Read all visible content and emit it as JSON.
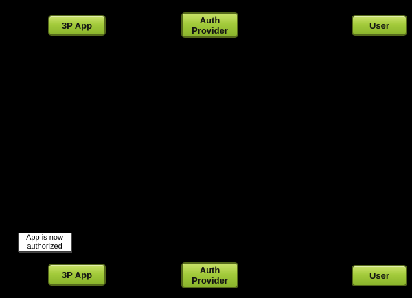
{
  "diagram": {
    "colors": {
      "background": "#000000",
      "actor_fill_light": "#c9e169",
      "actor_fill_mid": "#a3cb3b",
      "actor_fill_dark": "#8ab42c",
      "actor_border": "#55691b",
      "actor_text": "#141414",
      "note_bg": "#ffffff",
      "note_border": "#3a3a3a",
      "note_text": "#000000"
    },
    "actors_top": [
      {
        "label": "3P App"
      },
      {
        "label": "Auth Provider"
      },
      {
        "label": "User"
      }
    ],
    "actors_bottom": [
      {
        "label": "3P App"
      },
      {
        "label": "Auth Provider"
      },
      {
        "label": "User"
      }
    ],
    "note": {
      "line1": "App is now",
      "line2": "authorized"
    }
  }
}
